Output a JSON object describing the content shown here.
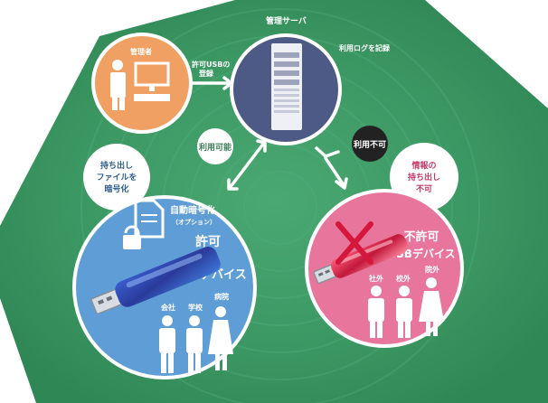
{
  "labels": {
    "admin": "管理者",
    "register_line1": "許可USBの",
    "register_line2": "登録",
    "server": "管理サーバ",
    "log": "利用ログを記録",
    "usable": "利用可能",
    "unusable": "利用不可",
    "bubble_left_line1": "持ち出し",
    "bubble_left_line2": "ファイルを",
    "bubble_left_line3": "暗号化",
    "encrypt": "自動暗号化",
    "option": "（オプション）",
    "allowed_line1": "許可",
    "allowed_line2": "USBデバイス",
    "company": "会社",
    "school": "学校",
    "hospital": "病院",
    "bubble_right_line1": "情報の",
    "bubble_right_line2": "持ち出し",
    "bubble_right_line3": "不可",
    "denied_line1": "不許可",
    "denied_line2": "USBデバイス",
    "company_out": "社外",
    "school_out": "校外",
    "hospital_out": "院外"
  },
  "colors": {
    "green": "#3d9a62",
    "orange": "#f0a062",
    "server_circle": "#4e5a86",
    "blue_circle": "#5f9dd6",
    "pink_circle": "#e8769c",
    "black_badge": "#222222",
    "white": "#ffffff"
  },
  "icons": {
    "admin": "admin-pc-icon",
    "server": "server-icon",
    "lock_doc": "encrypted-document-icon",
    "usb_allowed": "usb-drive-blue-icon",
    "usb_denied": "usb-drive-red-icon",
    "cross": "denied-cross-icon",
    "people": "person-icon"
  }
}
